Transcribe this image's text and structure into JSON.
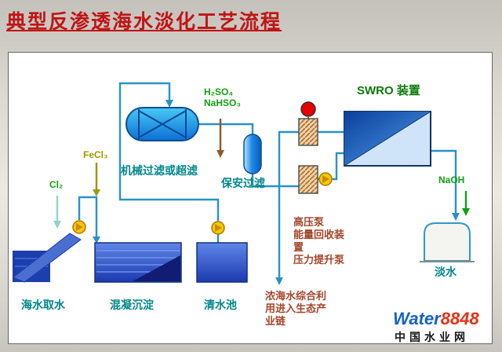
{
  "title": "典型反渗透海水淡化工艺流程",
  "process": {
    "mechanical_filter": "机械过滤或超滤",
    "cartridge_filter": "保安过滤",
    "swro_unit": "SWRO 装置",
    "seawater_intake": "海水取水",
    "coagulation_sedimentation": "混凝沉淀",
    "clear_water_pool": "清水池",
    "fresh_water": "淡水",
    "hp_lines": [
      "高压泵",
      "能量回收装",
      "置",
      "压力提升泵"
    ],
    "brine_lines": [
      "浓海水综合利",
      "用进入生态产",
      "业链"
    ]
  },
  "chemicals": {
    "fecl3": "FeCl₃",
    "cl2": "Cl₂",
    "acid_line1": "H₂SO₄",
    "acid_line2": "NaHSO₃",
    "naoh": "NaOH"
  },
  "logo": {
    "brand_word": "Water",
    "brand_number": "8848",
    "site_name": "中国水业网"
  },
  "colors": {
    "title_red": "#c11414",
    "pipe_teal": "#2892c8",
    "label_teal": "#00868b",
    "label_green": "#11a011",
    "label_olive": "#9a9a00",
    "label_maroon": "#a3452a",
    "swro_green": "#0b7a0b",
    "logo_blue": "#1461c8",
    "logo_red": "#e53212"
  }
}
